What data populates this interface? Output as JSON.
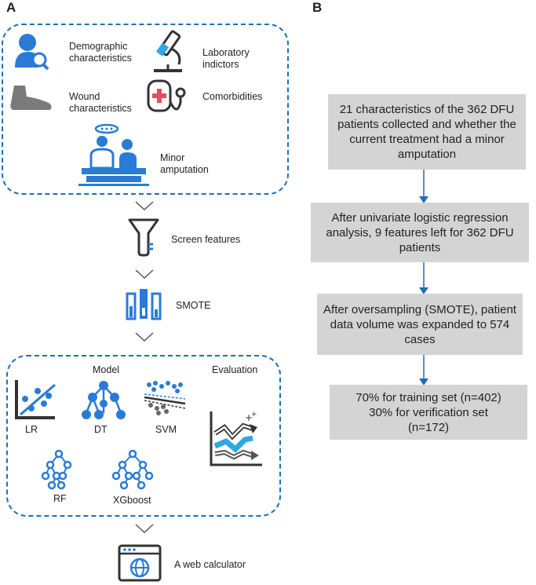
{
  "panel_a": {
    "label": "A",
    "inputs": {
      "demographic": "Demographic characteristics",
      "laboratory": "Laboratory indictors",
      "wound": "Wound characteristics",
      "comorbidities": "Comorbidities",
      "minor_amputation": "Minor amputation"
    },
    "steps": {
      "screen_features": "Screen features",
      "smote": "SMOTE"
    },
    "modeling": {
      "model_heading": "Model",
      "evaluation_heading": "Evaluation",
      "models": [
        "LR",
        "DT",
        "SVM",
        "RF",
        "XGboost"
      ]
    },
    "output": "A web calculator"
  },
  "panel_b": {
    "label": "B",
    "boxes": [
      "21 characteristics of the 362 DFU patients collected and whether the current treatment had a minor amputation",
      "After univariate logistic regression analysis, 9 features left for 362 DFU patients",
      "After oversampling (SMOTE), patient data volume was expanded to 574 cases",
      "70% for training set (n=402) 30% for verification set (n=172)"
    ]
  },
  "colors": {
    "accent": "#1f6fb5",
    "icon_blue": "#2a7bd6",
    "box_fill": "#d4d4d4",
    "arrow": "#1f6fb5"
  }
}
